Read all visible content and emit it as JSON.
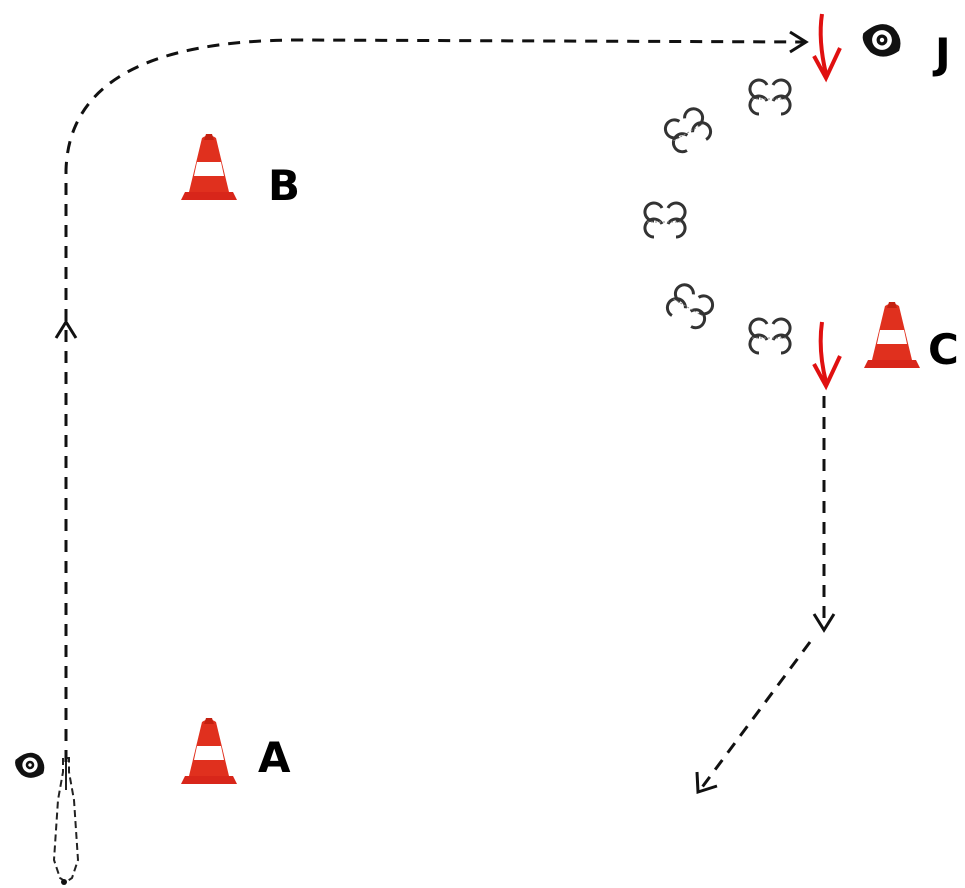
{
  "labels": {
    "a": "A",
    "b": "B",
    "c": "C",
    "j": "J"
  },
  "colors": {
    "path": "#111111",
    "cone_body": "#e0301e",
    "cone_stripe": "#ffffff",
    "arrow_red": "#e01010",
    "label": "#000000"
  },
  "icons": {
    "cone": "traffic-cone-icon",
    "judge": "judge-eye-icon",
    "hoofprints": "hoofprint-set-icon",
    "horse": "horse-topview-icon"
  }
}
